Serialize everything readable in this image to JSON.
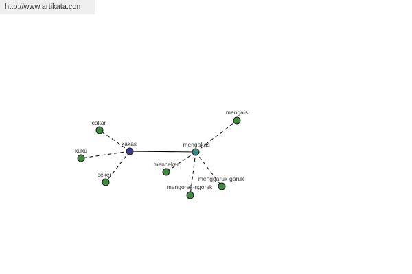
{
  "header": {
    "url": "http://www.artikata.com"
  },
  "graph": {
    "colors": {
      "leaf": "#3f8a3f",
      "root": "#3c3c8c",
      "hub": "#3a8a8a",
      "stroke": "#1a1a1a",
      "edge": "#000000"
    },
    "nodes": [
      {
        "id": "kakas",
        "label": "kakas",
        "kind": "root"
      },
      {
        "id": "mengakas",
        "label": "mengakas",
        "kind": "hub"
      },
      {
        "id": "cakar",
        "label": "cakar",
        "kind": "leaf"
      },
      {
        "id": "kuku",
        "label": "kuku",
        "kind": "leaf"
      },
      {
        "id": "ceker",
        "label": "ceker",
        "kind": "leaf"
      },
      {
        "id": "mengais",
        "label": "mengais",
        "kind": "leaf"
      },
      {
        "id": "menceker",
        "label": "menceker",
        "kind": "leaf"
      },
      {
        "id": "mengorek-ngorek",
        "label": "mengorek-ngorek",
        "kind": "leaf"
      },
      {
        "id": "menggaruk-garuk",
        "label": "menggaruk-garuk",
        "kind": "leaf"
      }
    ],
    "edges": [
      {
        "from": "kakas",
        "to": "mengakas",
        "style": "solid"
      },
      {
        "from": "kakas",
        "to": "cakar",
        "style": "dashed"
      },
      {
        "from": "kakas",
        "to": "kuku",
        "style": "dashed"
      },
      {
        "from": "kakas",
        "to": "ceker",
        "style": "dashed"
      },
      {
        "from": "mengakas",
        "to": "mengais",
        "style": "dashed"
      },
      {
        "from": "mengakas",
        "to": "menceker",
        "style": "dashed"
      },
      {
        "from": "mengakas",
        "to": "mengorek-ngorek",
        "style": "dashed"
      },
      {
        "from": "mengakas",
        "to": "menggaruk-garuk",
        "style": "dashed"
      }
    ]
  }
}
